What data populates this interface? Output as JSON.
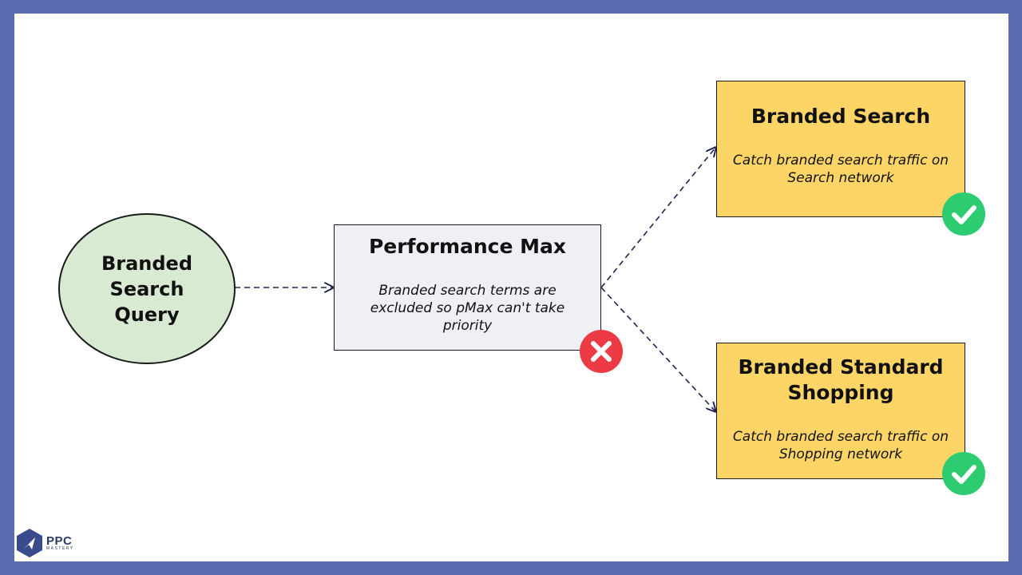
{
  "nodes": {
    "query": {
      "label": "Branded Search Query"
    },
    "pmax": {
      "title": "Performance Max",
      "description": "Branded search terms are excluded so pMax can't take priority",
      "status": "excluded"
    },
    "branded_search": {
      "title": "Branded Search",
      "description": "Catch branded search traffic on Search network",
      "status": "included"
    },
    "branded_shopping": {
      "title": "Branded Standard Shopping",
      "description": "Catch branded search traffic on Shopping network",
      "status": "included"
    }
  },
  "edges": [
    {
      "from": "query",
      "to": "pmax",
      "style": "dashed"
    },
    {
      "from": "pmax",
      "to": "branded_search",
      "style": "dashed"
    },
    {
      "from": "pmax",
      "to": "branded_shopping",
      "style": "dashed"
    }
  ],
  "icons": {
    "excluded": "x-circle-icon",
    "included": "check-circle-icon"
  },
  "colors": {
    "frame": "#5b6bb0",
    "query_fill": "#d9ead3",
    "pmax_fill": "#eff0f5",
    "campaign_fill": "#fdd466",
    "check": "#2ecc71",
    "cross": "#ec3b45",
    "arrow": "#1f2150"
  },
  "logo": {
    "main": "PPC",
    "sub": "MASTERY"
  }
}
